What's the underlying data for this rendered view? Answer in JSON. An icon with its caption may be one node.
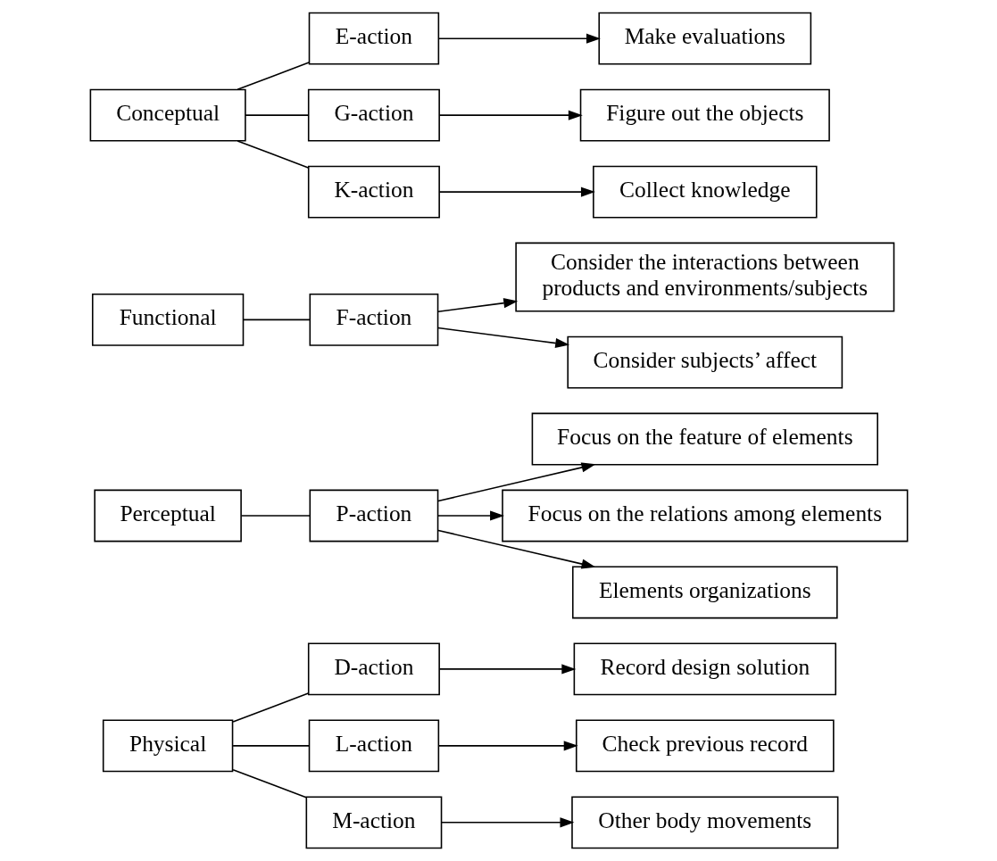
{
  "diagram": {
    "nodes": [
      {
        "text": [
          "Physical"
        ]
      },
      {
        "text": [
          "D-action"
        ]
      },
      {
        "text": [
          "L-action"
        ]
      },
      {
        "text": [
          "M-action"
        ]
      },
      {
        "text": [
          "Record design solution"
        ]
      },
      {
        "text": [
          "Check previous record"
        ]
      },
      {
        "text": [
          "Other body movements"
        ]
      },
      {
        "text": [
          "Perceptual"
        ]
      },
      {
        "text": [
          "P-action"
        ]
      },
      {
        "text": [
          "Focus on the feature of elements"
        ]
      },
      {
        "text": [
          "Focus on the relations among elements"
        ]
      },
      {
        "text": [
          "Elements organizations"
        ]
      },
      {
        "text": [
          "Functional"
        ]
      },
      {
        "text": [
          "F-action"
        ]
      },
      {
        "text": [
          "Consider the interactions between products and environments/subjects"
        ]
      },
      {
        "text": [
          "Consider subjects’ affect"
        ]
      },
      {
        "text": [
          "Conceptual"
        ]
      },
      {
        "text": [
          "E-action"
        ]
      },
      {
        "text": [
          "G-action"
        ]
      },
      {
        "text": [
          "K-action"
        ]
      },
      {
        "text": [
          "Make evaluations"
        ]
      },
      {
        "text": [
          "Figure out the objects"
        ]
      },
      {
        "text": [
          "Collect knowledge"
        ]
      }
    ],
    "edges": [
      {
        "from": 0,
        "to": 1,
        "arrow": "none"
      },
      {
        "from": 0,
        "to": 2,
        "arrow": "none"
      },
      {
        "from": 0,
        "to": 3,
        "arrow": "none"
      },
      {
        "from": 1,
        "to": 4,
        "arrow": "to"
      },
      {
        "from": 2,
        "to": 5,
        "arrow": "to"
      },
      {
        "from": 3,
        "to": 6,
        "arrow": "to"
      },
      {
        "from": 7,
        "to": 8,
        "arrow": "none"
      },
      {
        "from": 8,
        "to": 9,
        "arrow": "to"
      },
      {
        "from": 8,
        "to": 10,
        "arrow": "to"
      },
      {
        "from": 8,
        "to": 11,
        "arrow": "to"
      },
      {
        "from": 12,
        "to": 13,
        "arrow": "none"
      },
      {
        "from": 13,
        "to": 14,
        "arrow": "to"
      },
      {
        "from": 13,
        "to": 15,
        "arrow": "to"
      },
      {
        "from": 16,
        "to": 17,
        "arrow": "none"
      },
      {
        "from": 16,
        "to": 18,
        "arrow": "none"
      },
      {
        "from": 16,
        "to": 19,
        "arrow": "none"
      },
      {
        "from": 17,
        "to": 20,
        "arrow": "to"
      },
      {
        "from": 18,
        "to": 21,
        "arrow": "to"
      },
      {
        "from": 19,
        "to": 22,
        "arrow": "to"
      }
    ]
  }
}
